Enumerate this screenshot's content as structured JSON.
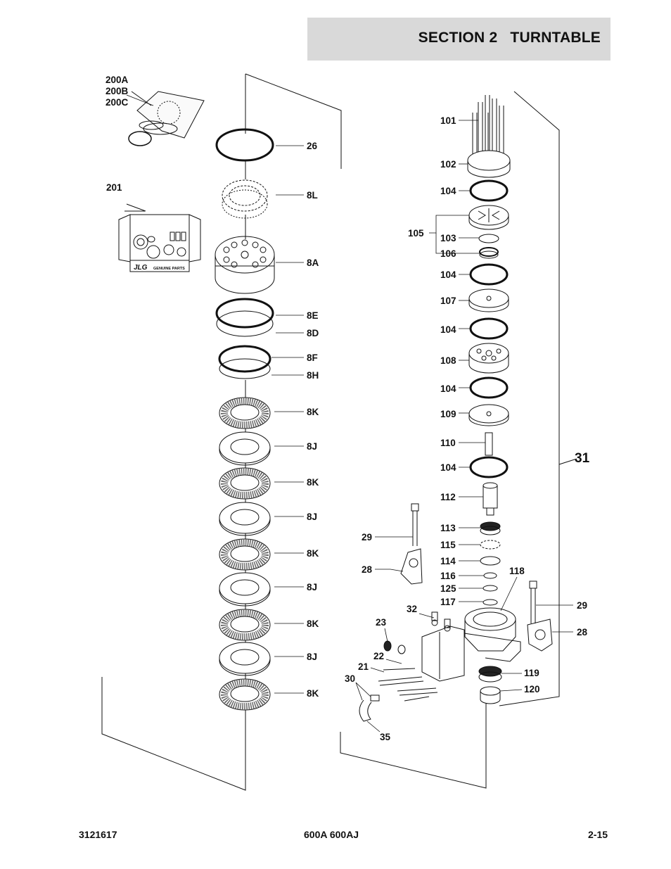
{
  "header": {
    "title": "SECTION 2   TURNTABLE"
  },
  "callouts": {
    "kit_200": [
      "200A",
      "200B",
      "200C"
    ],
    "kit_201": "201",
    "left_stack": {
      "c26": "26",
      "c8L": "8L",
      "c8A": "8A",
      "c8E": "8E",
      "c8D": "8D",
      "c8F": "8F",
      "c8H": "8H",
      "washers": [
        "8K",
        "8J",
        "8K",
        "8J",
        "8K",
        "8J",
        "8K",
        "8J",
        "8K"
      ]
    },
    "right_stack": {
      "c101": "101",
      "c102": "102",
      "c104": "104",
      "c105": "105",
      "c103": "103",
      "c106": "106",
      "c107": "107",
      "c108": "108",
      "c109": "109",
      "c110": "110",
      "c112": "112",
      "c113": "113",
      "c115": "115",
      "c114": "114",
      "c116": "116",
      "c125": "125",
      "c117": "117",
      "c118": "118",
      "c119": "119",
      "c120": "120"
    },
    "group_31": "31",
    "bracket": {
      "c29": "29",
      "c28": "28",
      "c32": "32",
      "c23": "23",
      "c22": "22",
      "c21": "21",
      "c30": "30",
      "c35": "35"
    },
    "logo_text": "GENUINE PARTS",
    "logo_mark": "JLG"
  },
  "footer": {
    "left": "3121617",
    "center": "600A 600AJ",
    "right": "2-15"
  }
}
